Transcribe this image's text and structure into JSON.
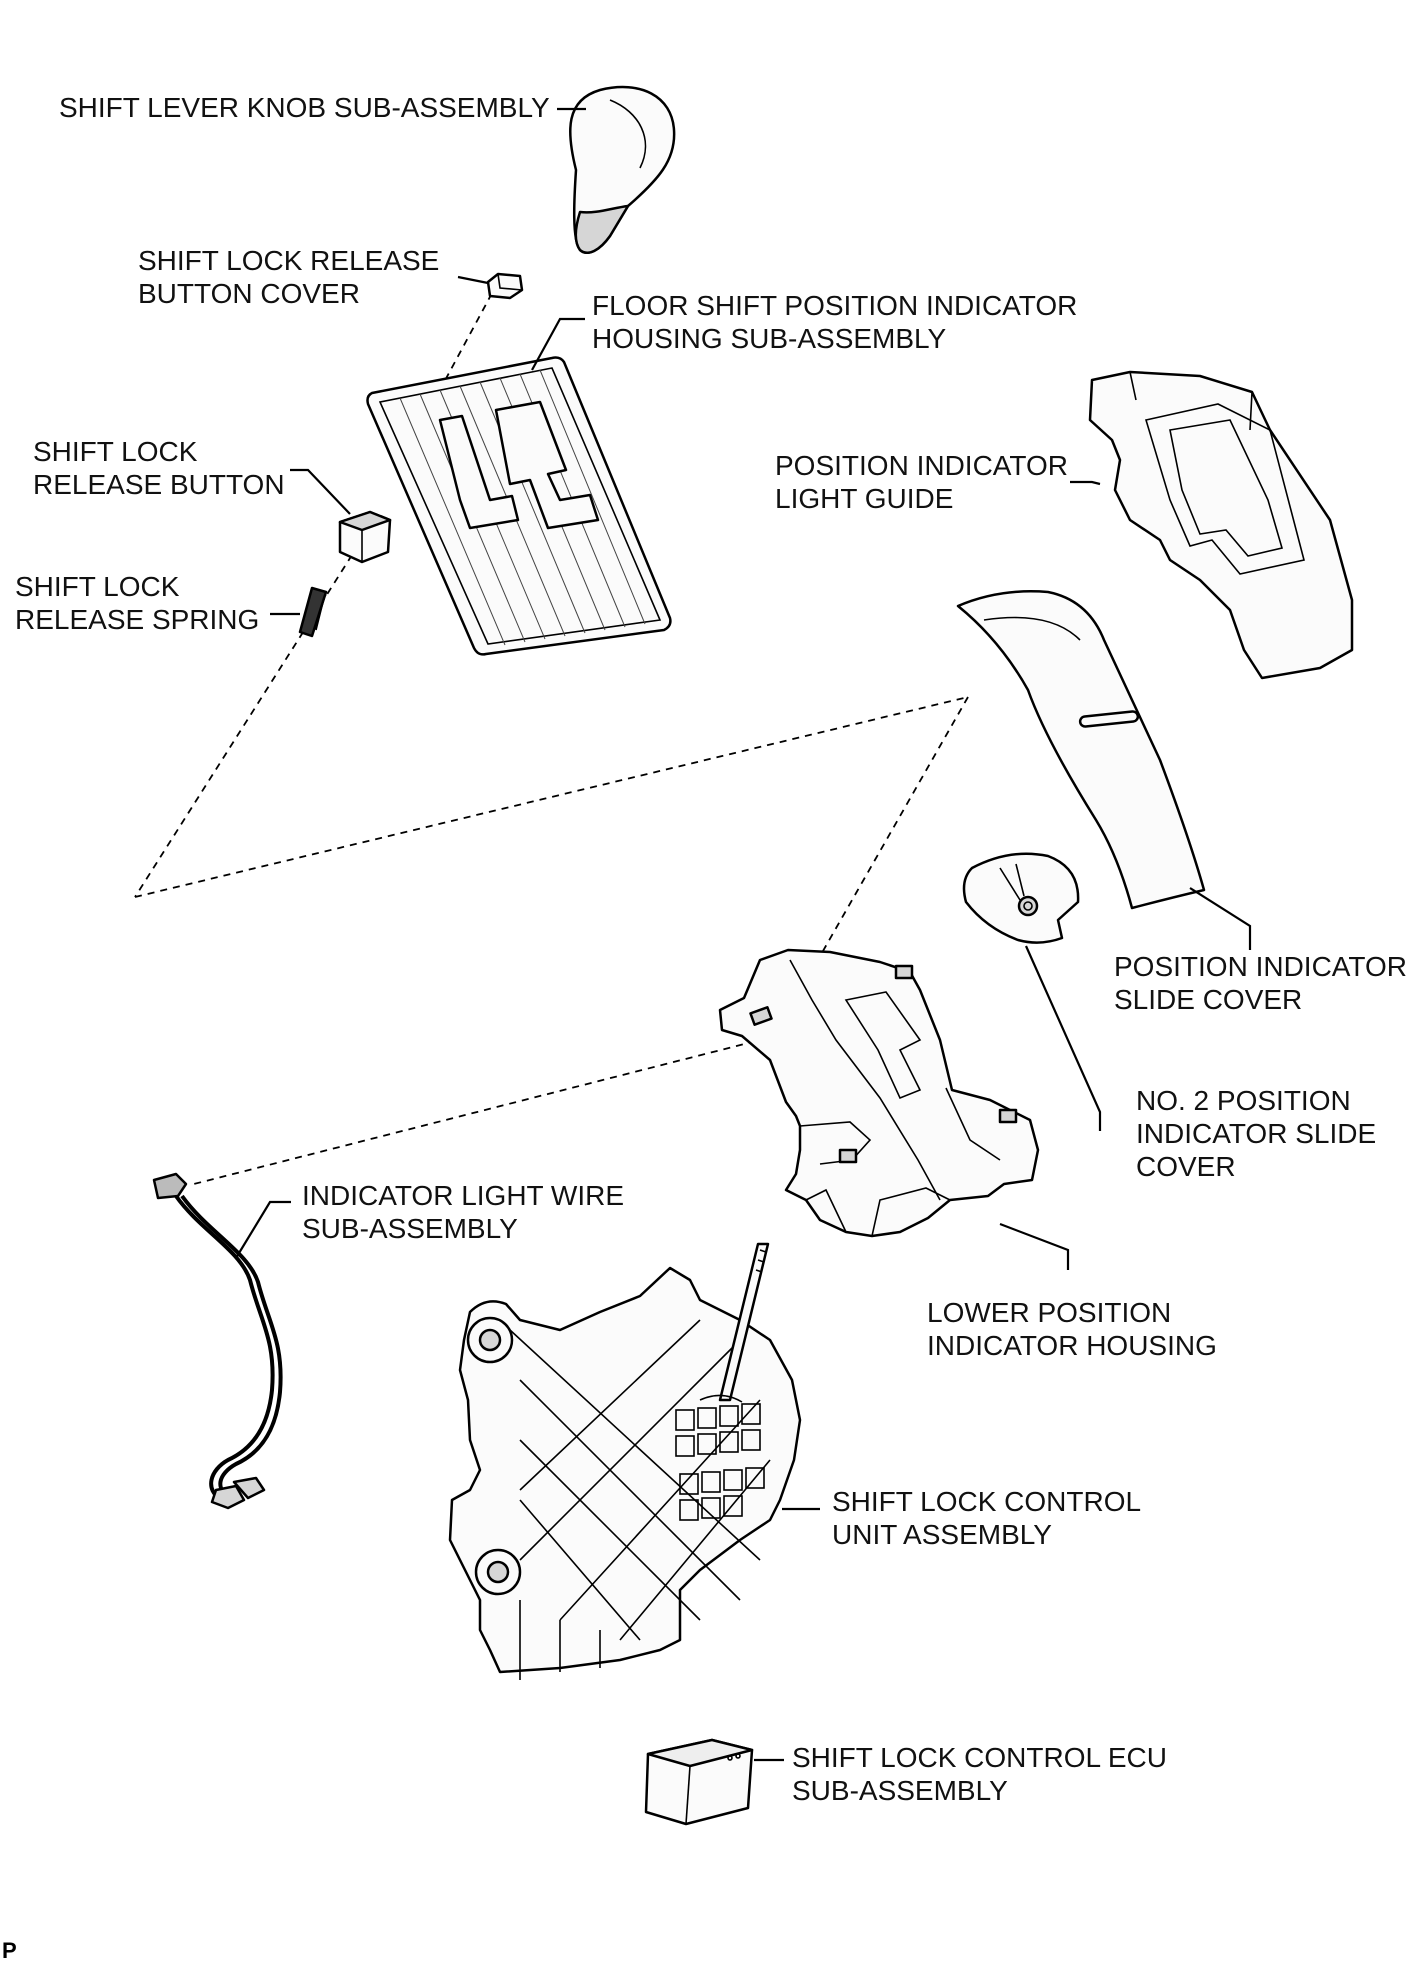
{
  "labels": {
    "shift_lever_knob": "SHIFT LEVER KNOB SUB-ASSEMBLY",
    "release_button_cover_1": "SHIFT LOCK RELEASE",
    "release_button_cover_2": "BUTTON COVER",
    "floor_shift_housing_1": "FLOOR SHIFT POSITION INDICATOR",
    "floor_shift_housing_2": "HOUSING SUB-ASSEMBLY",
    "release_button_1": "SHIFT LOCK",
    "release_button_2": "RELEASE BUTTON",
    "release_spring_1": "SHIFT LOCK",
    "release_spring_2": "RELEASE SPRING",
    "light_guide_1": "POSITION INDICATOR",
    "light_guide_2": "LIGHT GUIDE",
    "slide_cover_1": "POSITION INDICATOR",
    "slide_cover_2": "SLIDE COVER",
    "no2_slide_cover_1": "NO. 2 POSITION",
    "no2_slide_cover_2": "INDICATOR SLIDE",
    "no2_slide_cover_3": "COVER",
    "light_wire_1": "INDICATOR LIGHT WIRE",
    "light_wire_2": "SUB-ASSEMBLY",
    "lower_housing_1": "LOWER POSITION",
    "lower_housing_2": "INDICATOR HOUSING",
    "control_unit_1": "SHIFT LOCK CONTROL",
    "control_unit_2": "UNIT ASSEMBLY",
    "ecu_1": "SHIFT LOCK CONTROL ECU",
    "ecu_2": "SUB-ASSEMBLY"
  },
  "corner_code": "P"
}
